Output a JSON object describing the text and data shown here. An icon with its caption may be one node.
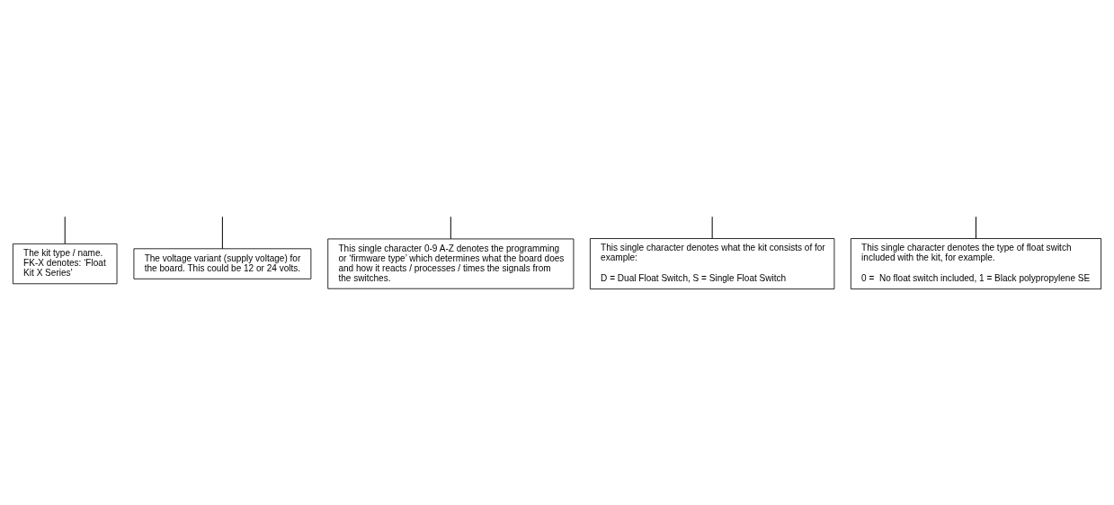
{
  "diagram": {
    "nodes": [
      {
        "text": [
          "The kit type / name. FK-X denotes: ‘Float Kit X Series’"
        ]
      },
      {
        "text": [
          "The voltage variant (supply voltage) for the board. This could be 12 or 24 volts."
        ]
      },
      {
        "text": [
          "This single character 0-9 A-Z denotes the programming or ‘firmware type’ which determines what the board does and how it reacts / processes / times the signals from the switches."
        ]
      },
      {
        "text": [
          "This single character denotes what the kit consists of for example:",
          "D = Dual Float Switch, S = Single Float Switch"
        ]
      },
      {
        "text": [
          "This single character denotes the type of float switch included with the kit, for example.",
          "0 =  No float switch included, 1 = Black polypropylene SE"
        ]
      }
    ],
    "edges": [
      {
        "from": null,
        "to": 0,
        "arrow": "none"
      },
      {
        "from": null,
        "to": 1,
        "arrow": "none"
      },
      {
        "from": null,
        "to": 2,
        "arrow": "none"
      },
      {
        "from": null,
        "to": 3,
        "arrow": "none"
      },
      {
        "from": null,
        "to": 4,
        "arrow": "none"
      }
    ]
  }
}
